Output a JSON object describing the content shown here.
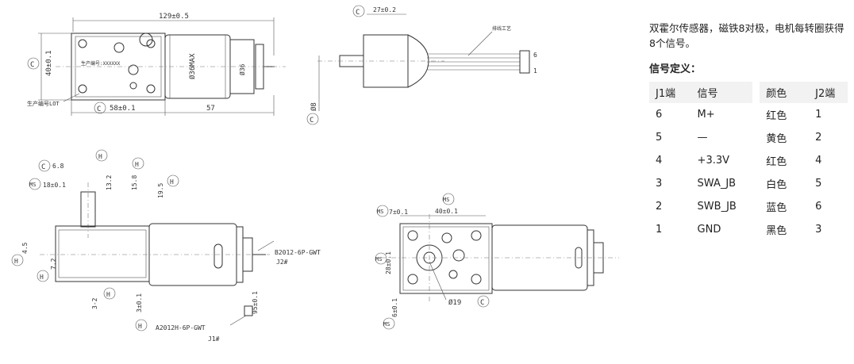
{
  "drawing": {
    "top_view": {
      "overall_length": "129±0.5",
      "height": "40±0.1",
      "gearbox_length": "58±0.1",
      "motor_length": "57",
      "motor_diameter": "Ø36MAX",
      "shaft_diameter": "Ø36",
      "part_no_label": "生产编号LOT",
      "box_marking": "生产编号:XXXXXX",
      "c_mark": "C"
    },
    "end_view": {
      "length": "27±0.2",
      "diameter": "Ø8",
      "wire_label": "排线工艺",
      "pin_six": "6",
      "pin_one": "1",
      "c_mark": "C"
    },
    "side_view": {
      "dim1": "6.8",
      "dim2": "18±0.1",
      "dim3": "13.2",
      "dim4": "15.8",
      "dim5": "19.5",
      "dim6": "4.5",
      "dim7": "7.2",
      "dim8": "3-2",
      "dim9": "3±0.1",
      "dim10": "95±0.1",
      "connector_j2": "B2012-6P-GWT",
      "j2": "J2#",
      "connector_j1": "A2012H-6P-GWT",
      "j1": "J1#",
      "ms": "MS",
      "h": "H",
      "c_mark": "C"
    },
    "front_view": {
      "top_dim": "40±0.1",
      "left_dim": "7±0.1",
      "height_dim": "28±0.1",
      "bottom_dim": "6±0.1",
      "bore": "Ø19",
      "ms": "MS",
      "c_mark": "C"
    }
  },
  "description": "双霍尔传感器，磁铁8对极，电机每转圈获得8个信号。",
  "signal_heading": "信号定义：",
  "table": {
    "headers": [
      "J1端",
      "信号",
      "颜色",
      "J2端"
    ],
    "rows": [
      [
        "6",
        "M+",
        "红色",
        "1"
      ],
      [
        "5",
        "—",
        "黄色",
        "2"
      ],
      [
        "4",
        "+3.3V",
        "红色",
        "4"
      ],
      [
        "3",
        "SWA_JB",
        "白色",
        "5"
      ],
      [
        "2",
        "SWB_JB",
        "蓝色",
        "6"
      ],
      [
        "1",
        "GND",
        "黑色",
        "3"
      ]
    ]
  }
}
